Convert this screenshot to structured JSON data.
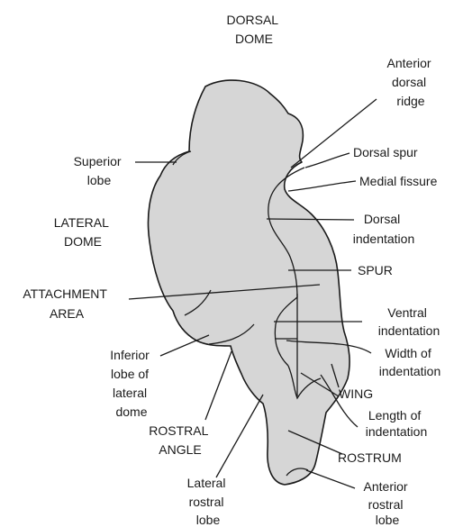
{
  "labels": {
    "dorsal_dome": [
      "DORSAL",
      "DOME"
    ],
    "anterior_dorsal_ridge": [
      "Anterior",
      "dorsal",
      "ridge"
    ],
    "superior_lobe": [
      "Superior",
      "lobe"
    ],
    "dorsal_spur": [
      "Dorsal spur"
    ],
    "medial_fissure": [
      "Medial fissure"
    ],
    "lateral_dome": [
      "LATERAL",
      "DOME"
    ],
    "dorsal_indentation": [
      "Dorsal",
      "indentation"
    ],
    "spur": [
      "SPUR"
    ],
    "attachment_area": [
      "ATTACHMENT",
      "AREA"
    ],
    "ventral_indentation": [
      "Ventral",
      "indentation"
    ],
    "inferior_lobe": [
      "Inferior",
      "lobe of",
      "lateral",
      "dome"
    ],
    "width_of_indentation": [
      "Width of",
      "indentation"
    ],
    "wing": [
      "WING"
    ],
    "rostral_angle": [
      "ROSTRAL",
      "ANGLE"
    ],
    "length_of_indentation": [
      "Length of",
      "indentation"
    ],
    "rostrum": [
      "ROSTRUM"
    ],
    "lateral_rostral_lobe": [
      "Lateral",
      "rostral",
      "lobe"
    ],
    "anterior_rostral_lobe": [
      "Anterior",
      "rostral",
      "lobe"
    ]
  },
  "colors": {
    "fill": "#d6d6d6",
    "ink": "#1a1a1a",
    "background": "#ffffff"
  }
}
